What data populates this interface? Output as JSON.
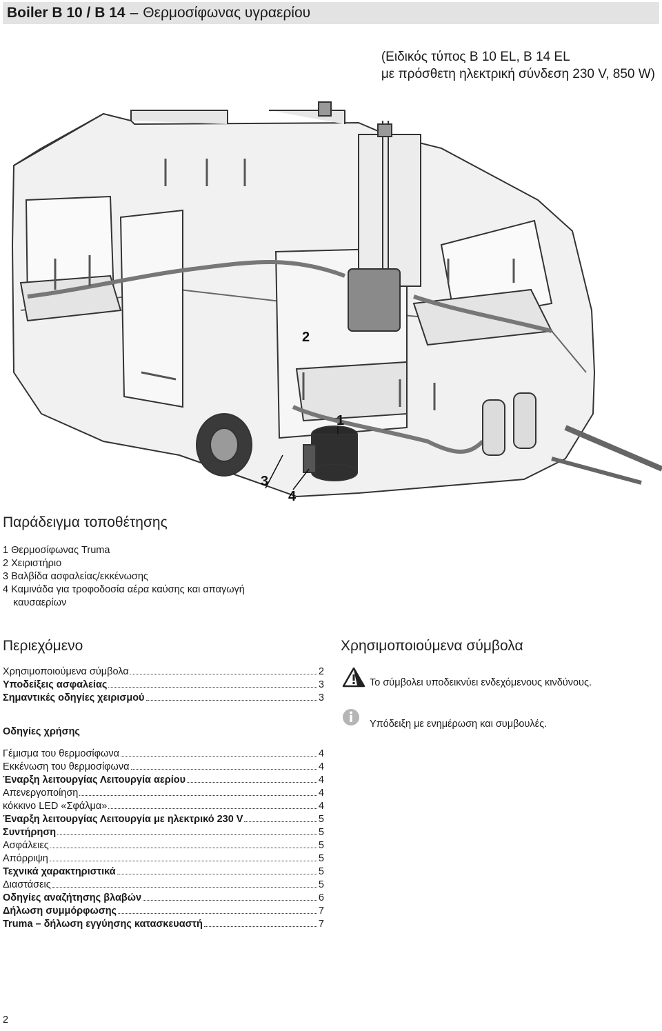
{
  "header": {
    "title_bold": "Boiler B 10 / B 14",
    "title_sep": "–",
    "title_rest": "Θερμοσίφωνας υγραερίου"
  },
  "subtitle": {
    "line1": "(Ειδικός τύπος B 10 EL, B 14 EL",
    "line2": "με πρόσθετη ηλεκτρική σύνδεση 230 V, 850 W)"
  },
  "illustration": {
    "callouts": [
      "1",
      "2",
      "3",
      "4"
    ]
  },
  "installation": {
    "heading": "Παράδειγμα τοποθέτησης",
    "items": [
      "1 Θερμοσίφωνας Truma",
      "2 Χειριστήριο",
      "3 Βαλβίδα ασφαλείας/εκκένωσης",
      "4 Καμινάδα για τροφοδοσία αέρα καύσης και απαγωγή"
    ],
    "item4_cont": "καυσαερίων"
  },
  "contents": {
    "heading": "Περιεχόμενο",
    "group1": [
      {
        "label": "Χρησιμοποιούμενα σύμβολα",
        "page": "2",
        "bold": false
      },
      {
        "label": "Υποδείξεις ασφαλείας",
        "page": "3",
        "bold": true
      },
      {
        "label": "Σημαντικές οδηγίες χειρισμού",
        "page": "3",
        "bold": true
      }
    ],
    "subheading": "Οδηγίες χρήσης",
    "group2": [
      {
        "label": "Γέμισμα του θερμοσίφωνα",
        "page": "4",
        "bold": false
      },
      {
        "label": "Εκκένωση του θερμοσίφωνα",
        "page": "4",
        "bold": false
      },
      {
        "label": "Έναρξη λειτουργίας Λειτουργία αερίου",
        "page": "4",
        "bold": true
      },
      {
        "label": "Απενεργοποίηση",
        "page": "4",
        "bold": false
      },
      {
        "label": "κόκκινο LED «Σφάλμα»",
        "page": "4",
        "bold": false
      },
      {
        "label": "Έναρξη λειτουργίας Λειτουργία με ηλεκτρικό 230 V",
        "page": "5",
        "bold": true
      },
      {
        "label": "Συντήρηση",
        "page": "5",
        "bold": true
      },
      {
        "label": "Ασφάλειες",
        "page": "5",
        "bold": false
      },
      {
        "label": "Απόρριψη",
        "page": "5",
        "bold": false
      },
      {
        "label": "Τεχνικά χαρακτηριστικά",
        "page": "5",
        "bold": true
      },
      {
        "label": "Διαστάσεις",
        "page": "5",
        "bold": false
      },
      {
        "label": "Οδηγίες αναζήτησης βλαβών",
        "page": "6",
        "bold": true
      },
      {
        "label": "Δήλωση συμμόρφωσης",
        "page": "7",
        "bold": true
      },
      {
        "label": "Truma – δήλωση εγγύησης κατασκευαστή",
        "page": "7",
        "bold": true
      }
    ]
  },
  "symbols": {
    "heading": "Χρησιμοποιούμενα σύμβολα",
    "warning_text": "Το σύμβολει υποδεικνύει ενδεχόμενους κινδύνους.",
    "info_text": "Υπόδειξη με ενημέρωση και συμβουλές.",
    "warning_icon": "warning-triangle-icon",
    "info_icon": "info-circle-icon"
  },
  "page_number": "2"
}
